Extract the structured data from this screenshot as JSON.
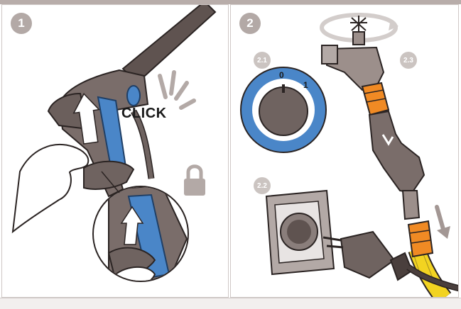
{
  "steps": [
    {
      "number": "1",
      "click_label": "CLICK"
    },
    {
      "number": "2",
      "sub_steps": [
        "2.1",
        "2.2",
        "2.3"
      ],
      "dial": {
        "off_label": "0",
        "on_label": "1"
      }
    }
  ],
  "icons": [
    "lock-icon",
    "tap-rotate-icon",
    "arrow-down-icon",
    "arrow-up-icon"
  ],
  "colors": {
    "accent_blue": "#4a86c8",
    "coupling_orange": "#f08a24",
    "hose_yellow": "#f2d321",
    "body_grey": "#6f6360",
    "badge_grey": "#b3a9a6"
  }
}
